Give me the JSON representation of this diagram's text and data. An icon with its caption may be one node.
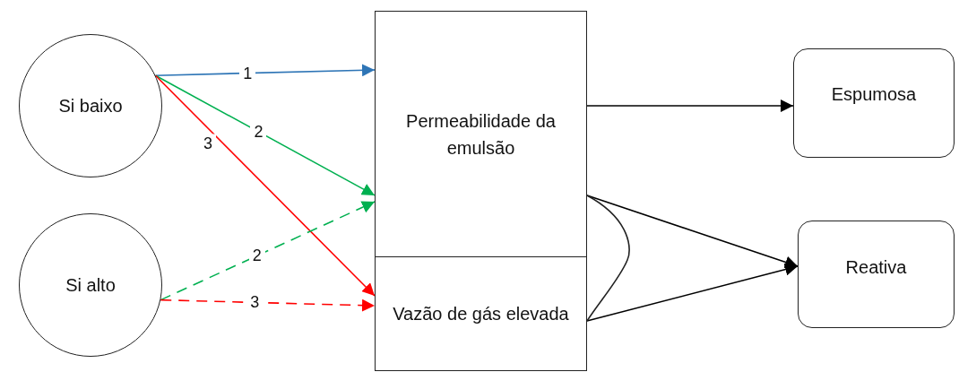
{
  "diagram": {
    "nodes": [
      {
        "text": [
          "Si baixo"
        ]
      },
      {
        "text": [
          "Si alto"
        ]
      },
      {
        "text": [
          "Permeabilidade da emulsão"
        ]
      },
      {
        "text": [
          "Vazão de gás elevada"
        ]
      },
      {
        "text": [
          "Espumosa"
        ]
      },
      {
        "text": [
          "Reativa"
        ]
      }
    ],
    "edges": [
      {
        "from": 0,
        "to": 2,
        "arrow": "to",
        "label": "1",
        "color": "#2e75b6"
      },
      {
        "from": 0,
        "to": 2,
        "arrow": "to",
        "label": "2",
        "color": "#00b050"
      },
      {
        "from": 0,
        "to": 3,
        "arrow": "to",
        "label": "3",
        "color": "#ff0000"
      },
      {
        "from": 1,
        "to": 2,
        "arrow": "to",
        "label": "2",
        "style": "dashed",
        "color": "#00b050"
      },
      {
        "from": 1,
        "to": 3,
        "arrow": "to",
        "label": "3",
        "style": "dashed",
        "color": "#ff0000"
      },
      {
        "from": 2,
        "to": 4,
        "arrow": "to"
      },
      {
        "from": 2,
        "to": 5,
        "arrow": "to"
      },
      {
        "from": 3,
        "to": 5,
        "arrow": "to"
      }
    ]
  }
}
